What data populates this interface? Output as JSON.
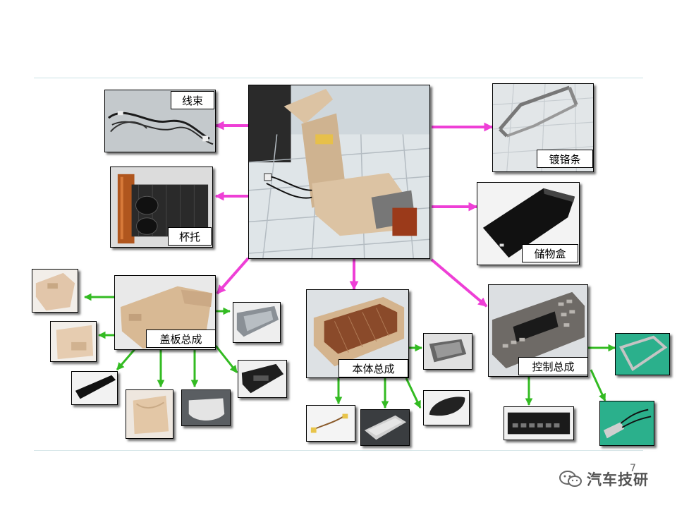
{
  "labels": {
    "wire_harness": "线束",
    "cup_holder": "杯托",
    "chrome_strip": "镀铬条",
    "storage_box": "储物盒",
    "cover_assembly": "盖板总成",
    "body_assembly": "本体总成",
    "control_assembly": "控制总成"
  },
  "watermark": {
    "text": "汽车技研"
  },
  "slide_number": "7",
  "colors": {
    "main_arrow": "#ee3fd6",
    "sub_arrow": "#33bb22",
    "beige": "#d9b894",
    "tile": "#e6ebee",
    "grout": "#b4bcc2"
  }
}
